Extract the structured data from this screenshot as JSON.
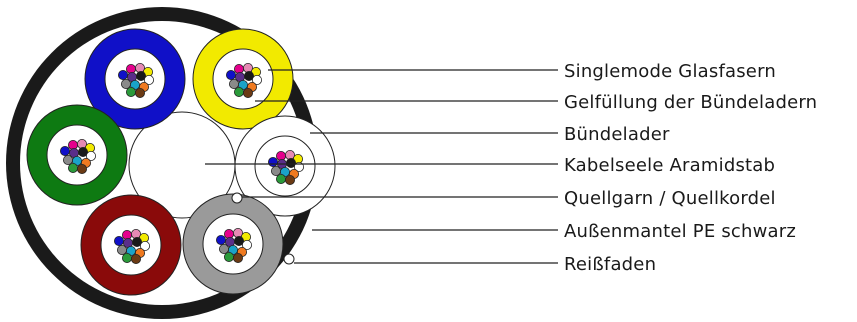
{
  "labels": {
    "singlemode": "Singlemode Glasfasern",
    "gel": "Gelfüllung der Bündeladern",
    "buendelader": "Bündelader",
    "kabelseele": "Kabelseele Aramidstab",
    "quellgarn": "Quellgarn / Quellkordel",
    "aussenmantel": "Außenmantel PE schwarz",
    "reissfaden": "Reißfaden"
  },
  "tubes": [
    {
      "name": "tube-blue",
      "color": "#1010c8"
    },
    {
      "name": "tube-yellow",
      "color": "#f2ea00"
    },
    {
      "name": "tube-green",
      "color": "#0e7a12"
    },
    {
      "name": "tube-white",
      "color": "#ffffff"
    },
    {
      "name": "tube-red",
      "color": "#8a0a0a"
    },
    {
      "name": "tube-grey",
      "color": "#9a9a9a"
    }
  ],
  "fiber_colors": [
    "#e4008c",
    "#e58ab4",
    "#f2ea00",
    "#1010c8",
    "#5a2e8a",
    "#1a1a1a",
    "#ffffff",
    "#8a8a8a",
    "#1aa3c9",
    "#f07a20",
    "#2a9a3a",
    "#6b3a14"
  ],
  "colors": {
    "jacket": "#1a1a1a",
    "core": "#ffffff",
    "line": "#222222"
  }
}
